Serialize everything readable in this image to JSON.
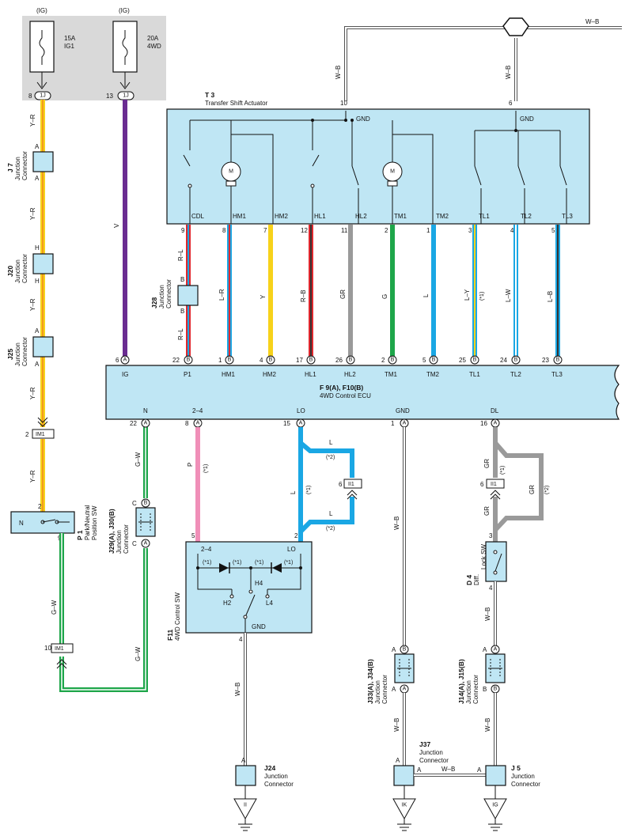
{
  "colors": {
    "ecu_fill": "#bfe6f4",
    "fuse_bg": "#d9d9d9",
    "yellow": "#f7d21b",
    "orange": "#f39a1d",
    "violet": "#6a2c91",
    "red": "#e0282e",
    "blue": "#1aa7e4",
    "gray": "#9a9a9a",
    "green": "#1ea64a",
    "pink": "#f08fb8",
    "wb": "#555555"
  },
  "fuses": [
    {
      "ig": "(IG)",
      "rating": "15A",
      "name": "IG1",
      "pin": "8",
      "conn": "1J"
    },
    {
      "ig": "(IG)",
      "rating": "20A",
      "name": "4WD",
      "pin": "13",
      "conn": "1J"
    }
  ],
  "actuator": {
    "id": "T 3",
    "name": "Transfer Shift Actuator",
    "gnd_label": "GND",
    "gnd_label2": "GND",
    "top_pin_left": "10",
    "top_pin_right": "6",
    "terms": [
      "CDL",
      "HM1",
      "HM2",
      "HL1",
      "HL2",
      "TM1",
      "TM2",
      "TL1",
      "TL2",
      "TL3"
    ],
    "pins": [
      "9",
      "8",
      "7",
      "12",
      "11",
      "2",
      "1",
      "3",
      "4",
      "5"
    ],
    "motor_label": "M"
  },
  "top_wire": {
    "label": "W–B",
    "left_label": "W–B",
    "right_label": "W–B"
  },
  "wires_mid": [
    "R–L",
    "L–R",
    "Y",
    "R–B",
    "GR",
    "G",
    "L",
    "L–Y",
    "L–W",
    "L–B"
  ],
  "wire_mid_note": "(*1)",
  "wire_cdl_lower": "R–L",
  "j28": {
    "id": "J28",
    "name": "Junction\nConnector",
    "line1": "Junction",
    "line2": "Connector",
    "pin_top": "B",
    "pin_bottom": "B"
  },
  "ecu": {
    "title": "F 9(A), F10(B)",
    "name": "4WD Control ECU",
    "top_terms": [
      "IG",
      "P1",
      "HM1",
      "HM2",
      "HL1",
      "HL2",
      "TM1",
      "TM2",
      "TL1",
      "TL2",
      "TL3"
    ],
    "top_pins": [
      "6",
      "22",
      "1",
      "4",
      "17",
      "26",
      "2",
      "5",
      "25",
      "24",
      "23"
    ],
    "top_conn": [
      "A",
      "B",
      "B",
      "B",
      "B",
      "B",
      "B",
      "B",
      "B",
      "B",
      "B"
    ],
    "bottom_terms": [
      "N",
      "2–4",
      "LO",
      "GND",
      "DL"
    ],
    "bottom_pins": [
      "22",
      "8",
      "15",
      "1",
      "16"
    ],
    "bottom_conn": [
      "A",
      "A",
      "A",
      "A",
      "A"
    ]
  },
  "left_col": {
    "wire1": "Y–R",
    "j7": {
      "id": "J 7",
      "line1": "Junction",
      "line2": "Connector",
      "pin": "A"
    },
    "wire2": "Y–R",
    "j20": {
      "id": "J20",
      "line1": "Junction",
      "line2": "Connector",
      "pin": "H"
    },
    "wire3": "Y–R",
    "j25": {
      "id": "J25",
      "line1": "Junction",
      "line2": "Connector",
      "pin": "A"
    },
    "wire4": "Y–R",
    "im1_pin": "2",
    "im1": "IM1",
    "wire5": "Y–R",
    "wire_v": "V"
  },
  "p1": {
    "id": "P 1",
    "line1": "Park/Neutral",
    "line2": "Position SW",
    "pin_top": "2",
    "pin_bottom": "9",
    "term": "N"
  },
  "gw": {
    "label": "G–W",
    "label2": "G–W",
    "label3": "G–W",
    "im1_pin": "10",
    "im1": "IM1"
  },
  "j29": {
    "id": "J29(A), J30(B)",
    "line1": "Junction",
    "line2": "Connector",
    "pins": [
      "C",
      "B",
      "C",
      "A"
    ]
  },
  "f11": {
    "id": "F11",
    "name": "4WD Control SW",
    "terms": [
      "2–4",
      "LO",
      "H4",
      "H2",
      "L4",
      "GND"
    ],
    "diode_note": "(*1)",
    "pin_24": "5",
    "pin_lo": "2",
    "pin_gnd": "4",
    "p_wire": "P",
    "p_note": "(*1)",
    "wb_label": "W–B"
  },
  "lo_branch": {
    "l_top": "L",
    "note1": "(*2)",
    "l_side": "L",
    "note_side": "(*1)",
    "pin_ii": "6",
    "ii": "II1",
    "l_bottom": "L",
    "note2": "(*2)"
  },
  "dl_branch": {
    "gr_top": "GR",
    "note_top": "(*1)",
    "gr_side": "GR",
    "note_side": "(*2)",
    "pin_ii": "6",
    "ii": "II1",
    "gr_bottom": "GR",
    "pin_sw": "3"
  },
  "d4": {
    "id": "D 4",
    "line1": "Diff.",
    "line2": "Lock SW",
    "pin_bottom": "4",
    "wb": "W–B"
  },
  "j14": {
    "id": "J14(A), J15(B)",
    "line1": "Junction",
    "line2": "Connector",
    "pins": [
      "A",
      "B",
      "A",
      "B"
    ],
    "wb": "W–B"
  },
  "j33": {
    "id": "J33(A), J34(B)",
    "line1": "Junction",
    "line2": "Connector",
    "pins": [
      "B",
      "A",
      "A",
      "A"
    ],
    "wb_top": "W–B",
    "wb_bottom": "W–B"
  },
  "j37": {
    "id": "J37",
    "line1": "Junction",
    "line2": "Connector",
    "pin_left": "A",
    "pin_mid": "A",
    "wb": "W–B"
  },
  "j5": {
    "id": "J 5",
    "line1": "Junction",
    "line2": "Connector",
    "pin": "A"
  },
  "j24": {
    "id": "J24",
    "line1": "Junction",
    "line2": "Connector",
    "pin": "A"
  },
  "grounds": [
    "II",
    "IK",
    "IG"
  ]
}
